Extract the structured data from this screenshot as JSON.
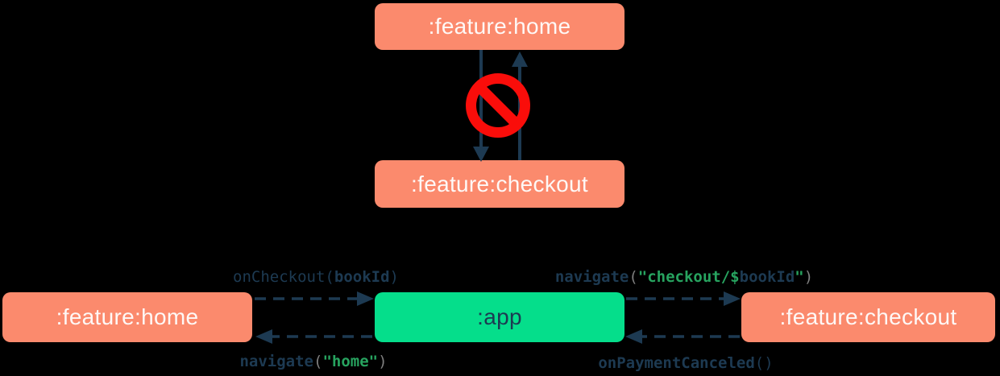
{
  "top_diagram": {
    "home_label": ":feature:home",
    "checkout_label": ":feature:checkout",
    "forbidden_icon": "no-entry-prohibition-sign"
  },
  "bottom_diagram": {
    "home_label": ":feature:home",
    "app_label": ":app",
    "checkout_label": ":feature:checkout",
    "edge_labels": {
      "on_checkout": {
        "parts": [
          "onCheckout(",
          "bookId",
          ")"
        ]
      },
      "navigate_checkout": {
        "parts": [
          "navigate",
          "(",
          "\"checkout/",
          "$",
          "bookId",
          "\"",
          ")"
        ]
      },
      "navigate_home": {
        "parts": [
          "navigate",
          "(",
          "\"home\"",
          ")"
        ]
      },
      "on_payment_canceled": {
        "parts": [
          "onPaymentCanceled",
          "()"
        ]
      }
    }
  },
  "colors": {
    "background": "#000000",
    "feature_node": "#FB8A6D",
    "app_node": "#05DE8B",
    "node_text_light": "#FEF8F6",
    "arrow_navy": "#1D3A52",
    "forbidden_red": "#FA0D0A",
    "code_navy": "#1D3A52",
    "code_green": "#27A35F",
    "code_gray": "#7E7E7E"
  }
}
